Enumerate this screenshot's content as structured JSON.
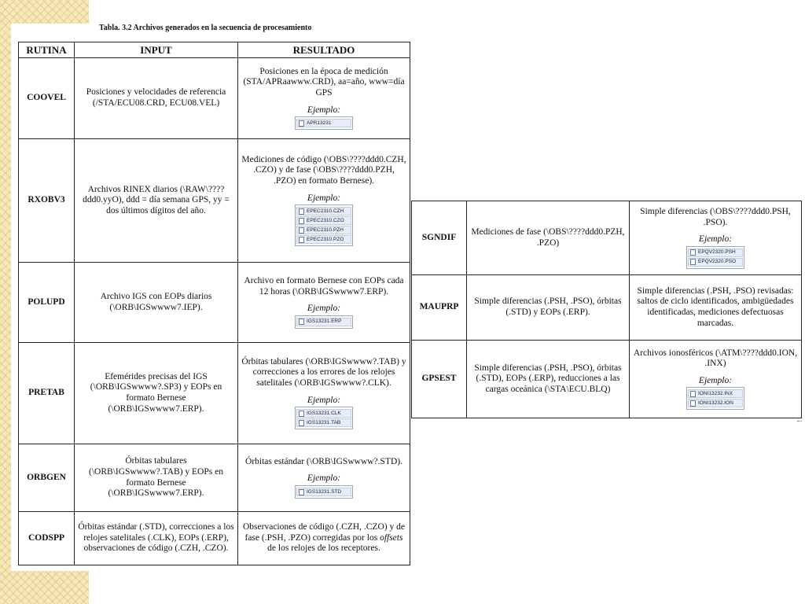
{
  "caption": "Tabla. 3.2 Archivos generados en la secuencia de procesamiento",
  "headers": [
    "RUTINA",
    "INPUT",
    "RESULTADO"
  ],
  "example_label": "Ejemplo:",
  "main_rows": [
    {
      "name": "COOVEL",
      "input": "Posiciones y velocidades de referencia (/STA/ECU08.CRD, ECU08.VEL)",
      "result": "Posiciones en la época de medición (STA/APRaawww.CRD), aa=año, www=día GPS",
      "files": [
        "APR13231"
      ]
    },
    {
      "name": "RXOBV3",
      "input": "Archivos RINEX diarios (\\RAW\\????ddd0.yyO), ddd = día semana GPS, yy = dos últimos dígitos del año.",
      "result": "Mediciones de código (\\OBS\\????ddd0.CZH, .CZO) y de fase (\\OBS\\????ddd0.PZH, .PZO) en formato Bernese).",
      "files": [
        "EPEC2310.CZH",
        "EPEC2310.CZO",
        "EPEC2310.PZH",
        "EPEC2310.PZO"
      ]
    },
    {
      "name": "POLUPD",
      "input": "Archivo IGS con EOPs diarios (\\ORB\\IGSwwww7.IEP).",
      "result": "Archivo en formato Bernese con EOPs cada 12 horas (\\ORB\\IGSwwww7.ERP).",
      "files": [
        "IGS13231.ERP"
      ]
    },
    {
      "name": "PRETAB",
      "input": "Efemérides precisas del IGS (\\ORB\\IGSwwww?.SP3) y EOPs en formato Bernese (\\ORB\\IGSwwww7.ERP).",
      "result": "Órbitas tabulares (\\ORB\\IGSwwww?.TAB) y correcciones a los errores de los relojes satelitales (\\ORB\\IGSwwww?.CLK).",
      "files": [
        "IGS13231.CLK",
        "IGS13231.TAB"
      ]
    },
    {
      "name": "ORBGEN",
      "input": "Órbitas tabulares (\\ORB\\IGSwwww?.TAB) y EOPs en formato Bernese (\\ORB\\IGSwwww7.ERP).",
      "result": "Órbitas estándar (\\ORB\\IGSwwww?.STD).",
      "files": [
        "IGS13231.STD"
      ]
    },
    {
      "name": "CODSPP",
      "input": "Órbitas estándar (.STD), correcciones a los relojes satelitales (.CLK), EOPs (.ERP), observaciones de código (.CZH, .CZO).",
      "result_pre": "Observaciones de código (.CZH, .CZO) y de fase (.PSH, .PZO) corregidas por los",
      "result_em": "offsets",
      "result_post": "de los relojes de los receptores."
    }
  ],
  "right_rows": [
    {
      "name": "SGNDIF",
      "input": "Mediciones de fase (\\OBS\\????ddd0.PZH, .PZO)",
      "result": "Simple diferencias (\\OBS\\????ddd0.PSH, .PSO).",
      "files": [
        "EPQV2320.PSH",
        "EPQV2320.PSO"
      ]
    },
    {
      "name": "MAUPRP",
      "input": "Simple diferencias (.PSH, .PSO), órbitas (.STD) y EOPs (.ERP).",
      "result": "Simple diferencias (.PSH, .PSO) revisadas: saltos de ciclo identificados, ambigüedades identificadas, mediciones defectuosas marcadas."
    },
    {
      "name": "GPSEST",
      "input": "Simple diferencias (.PSH, .PSO), órbitas (.STD), EOPs (.ERP), reducciones a las cargas oceánica (\\STA\\ECU.BLQ)",
      "result": "Archivos ionosféricos (\\ATM\\????ddd0.ION, .INX)",
      "files": [
        "IONI13232.INX",
        "IONI13232.ION"
      ]
    }
  ]
}
